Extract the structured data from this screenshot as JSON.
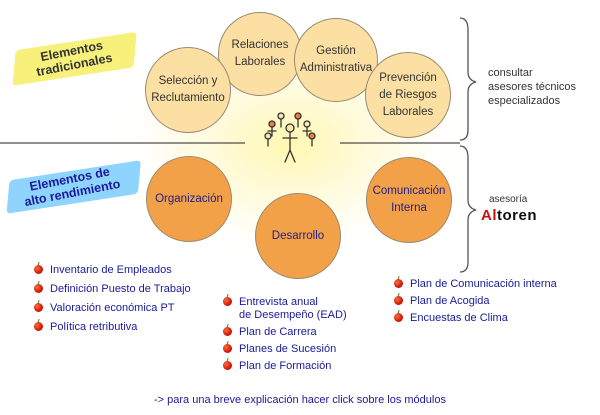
{
  "labels": {
    "traditional": "Elementos\ntradicionales",
    "high_performance": "Elementos de\nalto rendimiento"
  },
  "traditional_circles": [
    {
      "label": "Relaciones\nLaborales"
    },
    {
      "label": "Gestión\nAdministrativa"
    },
    {
      "label": "Selección y\nReclutamiento"
    },
    {
      "label": "Prevención\nde Riesgos\nLaborales"
    }
  ],
  "high_performance_circles": [
    {
      "label": "Organización"
    },
    {
      "label": "Comunicación\nInterna"
    },
    {
      "label": "Desarrollo"
    }
  ],
  "right_note": "consultar\nasesores técnicos\nespecializados",
  "brand": {
    "top": "asesoría",
    "name_red": "Al",
    "name_black": "toren"
  },
  "lists": {
    "organizacion": [
      "Inventario de Empleados",
      "Definición Puesto de Trabajo",
      "Valoración económica PT",
      "Política retributiva"
    ],
    "desarrollo": [
      "Entrevista anual\nde Desempeño (EAD)",
      "Plan de Carrera",
      "Planes de Sucesión",
      "Plan de Formación"
    ],
    "comunicacion": [
      "Plan de Comunicación interna",
      "Plan de Acogida",
      "Encuestas de Clima"
    ]
  },
  "footer": "->  para una breve explicación hacer click sobre los módulos",
  "colors": {
    "traditional_fill": "#fbdfa3",
    "high_perf_fill": "#f2a149",
    "link_text": "#1a1a99",
    "highlighter_yellow": "#f7f07a",
    "highlighter_blue": "#8fd3ff",
    "brand_red": "#cc1111"
  }
}
